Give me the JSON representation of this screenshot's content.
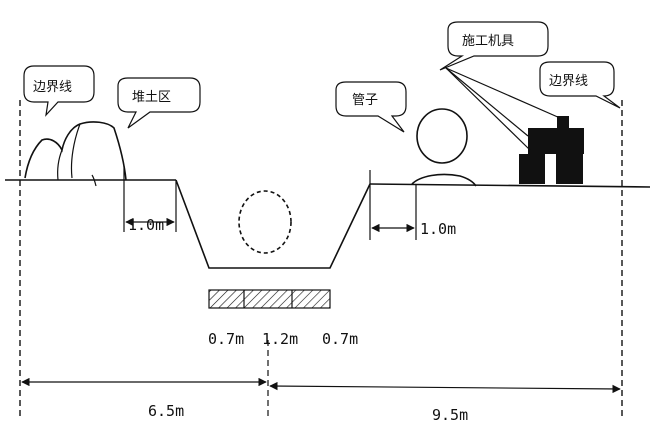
{
  "callouts": {
    "boundary_left": "边界线",
    "spoil_area": "堆土区",
    "pipe": "管子",
    "machinery": "施工机具",
    "boundary_right": "边界线"
  },
  "dimensions": {
    "left_offset": "1.0m",
    "right_offset": "1.0m",
    "left_slope": "0.7m",
    "trench_bottom": "1.2m",
    "right_slope": "0.7m",
    "left_total": "6.5m",
    "right_total": "9.5m"
  }
}
